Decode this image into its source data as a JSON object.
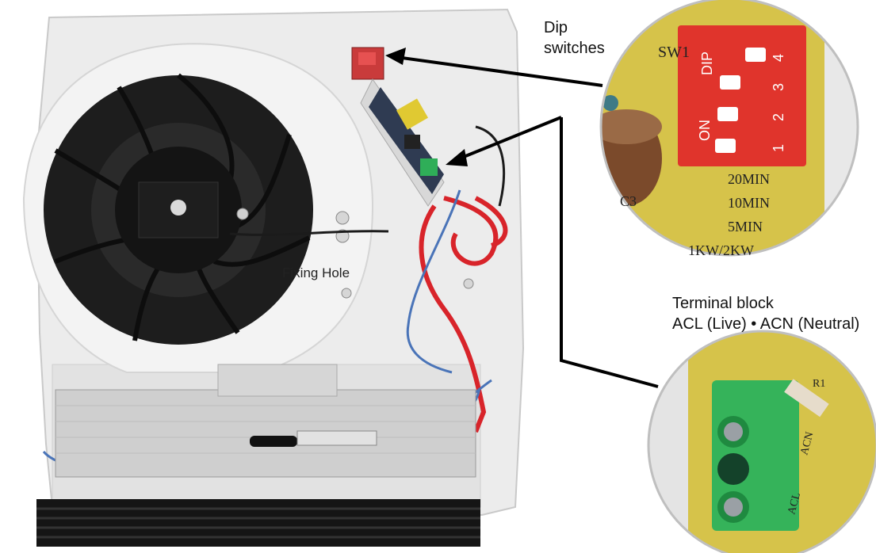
{
  "callouts": {
    "dip": {
      "line1": "Dip",
      "line2": "switches"
    },
    "terminal": {
      "line1": "Terminal block",
      "line2": "ACL (Live) • ACN (Neutral)"
    },
    "fixing_hole": "Fixing Hole"
  },
  "dip_zoom": {
    "header": "SW1",
    "switch_title_dip": "DIP",
    "switch_title_on": "ON",
    "numbers": [
      "1",
      "2",
      "3",
      "4"
    ],
    "capacitor_label": "C3",
    "board_labels": [
      "20MIN",
      "10MIN",
      "5MIN",
      "1KW/2KW"
    ]
  },
  "terminal_zoom": {
    "labels": [
      "ACL",
      "ACN"
    ],
    "resistor_label": "R1"
  },
  "colors": {
    "housing": "#eceded",
    "fan_black": "#1d1d1d",
    "dip_red": "#e0342c",
    "pcb_yellow": "#d8c85a",
    "terminal_green": "#35b35a",
    "wire_red": "#d8242a",
    "wire_blue": "#4a74b8"
  }
}
